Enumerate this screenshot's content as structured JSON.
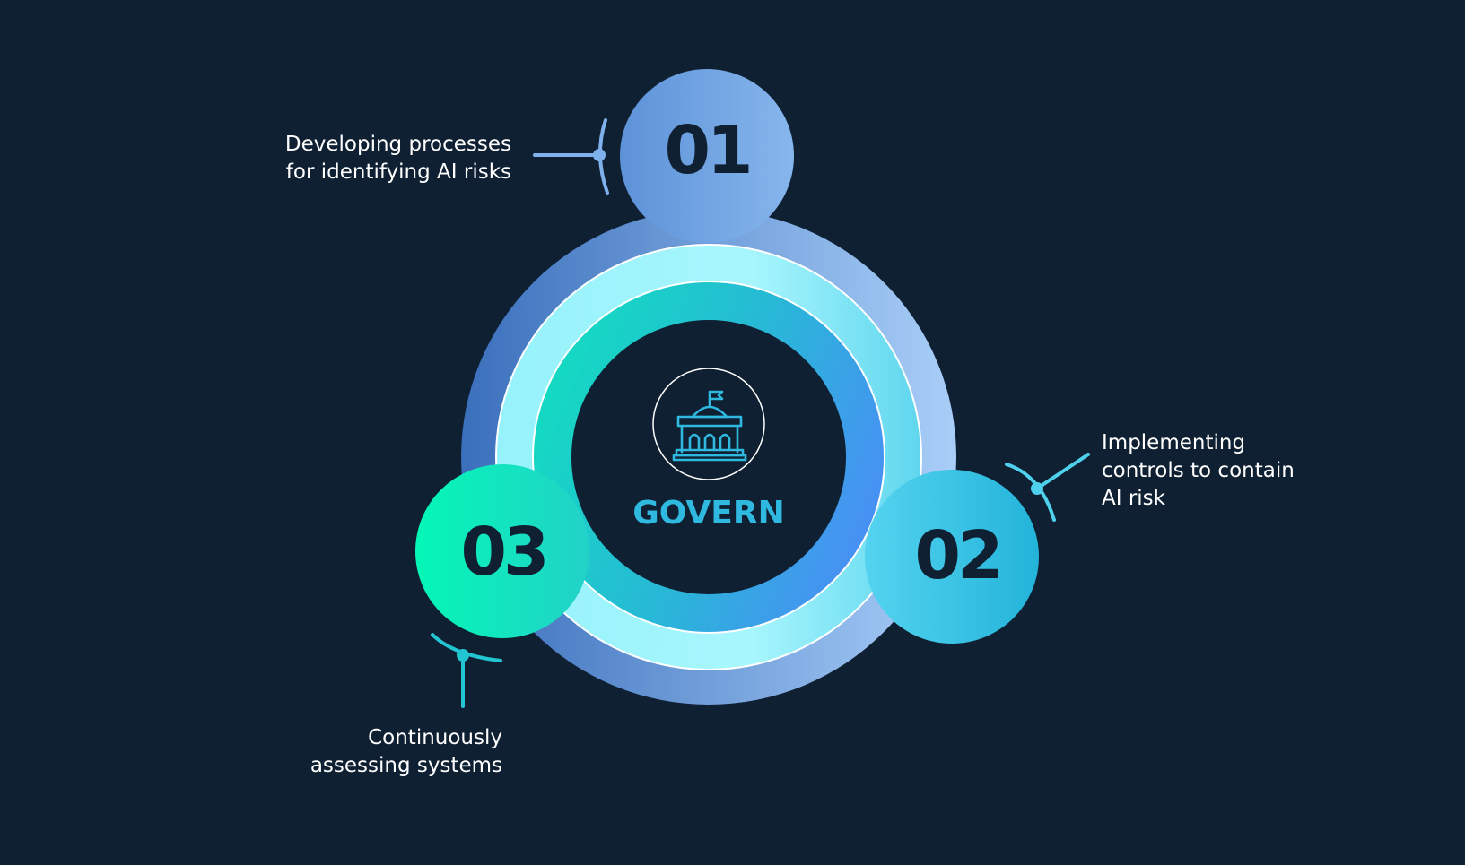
{
  "center": {
    "title": "GOVERN",
    "icon": "government-building-icon"
  },
  "steps": [
    {
      "number": "01",
      "lines": [
        "Developing processes",
        "for identifying AI risks"
      ],
      "color": "#7fb0ea"
    },
    {
      "number": "02",
      "lines": [
        "Implementing",
        "controls to contain",
        "AI risk"
      ],
      "color": "#2ab8dc"
    },
    {
      "number": "03",
      "lines": [
        "Continuously",
        "assessing systems"
      ],
      "color": "#0ff0b8"
    }
  ],
  "colors": {
    "background": "#0f2032",
    "number_text": "#0f2032",
    "center_title": "#2fb8e0",
    "ring_outer_start": "#3a70bd",
    "ring_outer_end": "#a8cdf7",
    "ring_light": "#9ff4fb",
    "ring_inner_start": "#18d6c2",
    "ring_inner_end": "#4a8ef5"
  }
}
